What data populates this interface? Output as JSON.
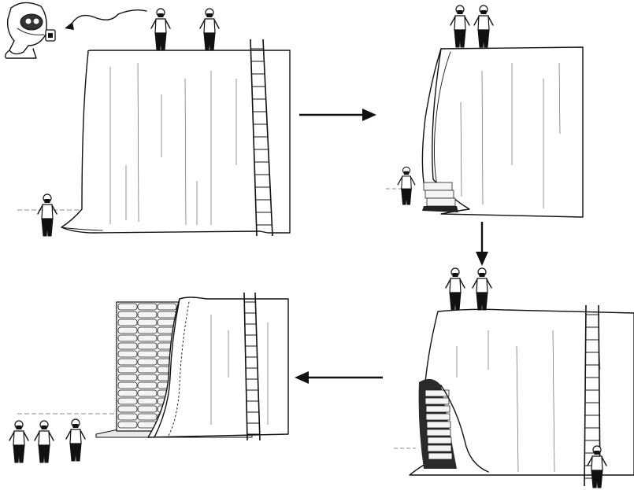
{
  "figure": {
    "panels": [
      {
        "id": "panel-1-covered-stack",
        "people": 3,
        "has_ladder": true,
        "has_mask_inset": true
      },
      {
        "id": "panel-2-lifting-tarp",
        "people": 3,
        "has_ladder": false
      },
      {
        "id": "panel-3-tarp-rolled-corner",
        "people": 3,
        "has_ladder": true
      },
      {
        "id": "panel-4-stack-exposed",
        "people": 3,
        "has_ladder": true
      }
    ],
    "flow": [
      "panel-1-covered-stack",
      "panel-2-lifting-tarp",
      "panel-3-tarp-rolled-corner",
      "panel-4-stack-exposed"
    ],
    "colors": {
      "ink": "#111111",
      "background": "#ffffff",
      "sack_fill": "#f4f4f4"
    },
    "icons": {
      "mask": "gas-mask-icon",
      "ladder": "ladder-icon",
      "person": "person-icon"
    }
  }
}
